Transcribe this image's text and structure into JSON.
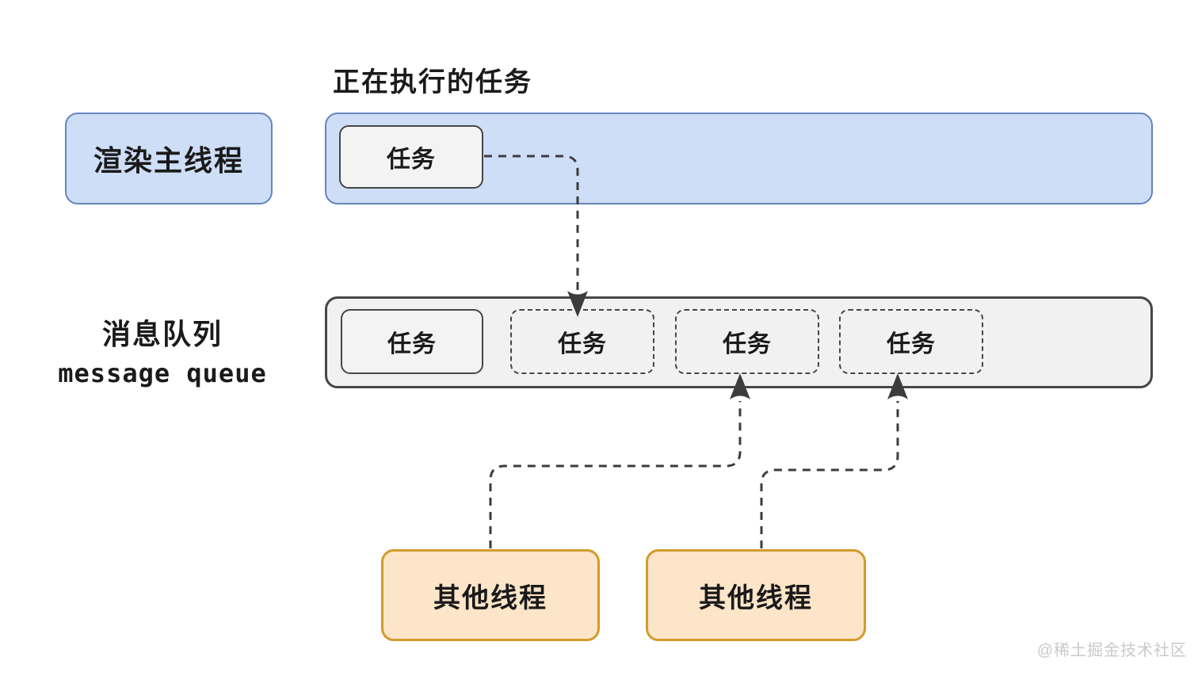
{
  "colors": {
    "blue-fill": "#CEDEF7",
    "blue-border": "#6585BC",
    "panel-fill": "#F1F1F1",
    "panel-border": "#464646",
    "task-fill": "#F3F3F3",
    "orange-fill": "#FCE5C8",
    "orange-border": "#D19C2A",
    "connector": "#3C3C3C",
    "watermark": "#C9C9C9",
    "text": "#1A1A1A"
  },
  "diagram": {
    "title": "正在执行的任务",
    "render_main_thread": {
      "label": "渲染主线程"
    },
    "executing_task": {
      "label": "任务"
    },
    "message_queue": {
      "label_line1": "消息队列",
      "label_line2": "message queue",
      "slots": [
        {
          "label": "任务",
          "style": "solid"
        },
        {
          "label": "任务",
          "style": "dashed"
        },
        {
          "label": "任务",
          "style": "dashed"
        },
        {
          "label": "任务",
          "style": "dashed"
        }
      ]
    },
    "other_threads": [
      {
        "label": "其他线程"
      },
      {
        "label": "其他线程"
      }
    ]
  },
  "watermark": "@稀土掘金技术社区"
}
